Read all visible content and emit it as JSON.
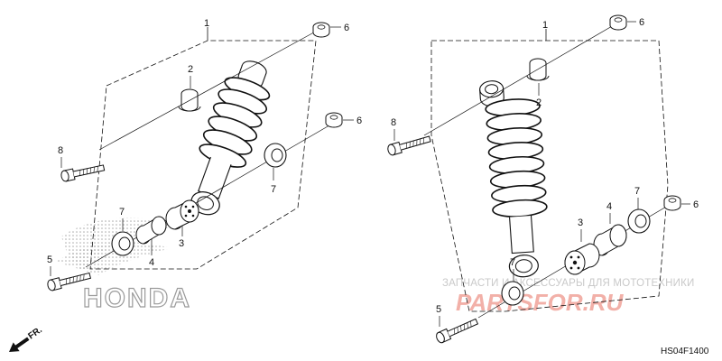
{
  "diagram": {
    "code": "HS04F1400",
    "direction_label": "FR.",
    "brand_logo": "HONDA",
    "watermark": {
      "text": "ЗАПЧАСТИ И АКСЕССУАРЫ ДЛЯ МОТОТЕХНИКИ",
      "logo": "PARTSFOR.RU"
    },
    "left_assembly": {
      "callouts": [
        {
          "id": "1",
          "label": "1"
        },
        {
          "id": "2",
          "label": "2"
        },
        {
          "id": "3",
          "label": "3"
        },
        {
          "id": "4",
          "label": "4"
        },
        {
          "id": "5",
          "label": "5"
        },
        {
          "id": "6a",
          "label": "6"
        },
        {
          "id": "6b",
          "label": "6"
        },
        {
          "id": "7a",
          "label": "7"
        },
        {
          "id": "7b",
          "label": "7"
        },
        {
          "id": "8",
          "label": "8"
        }
      ]
    },
    "right_assembly": {
      "callouts": [
        {
          "id": "1",
          "label": "1"
        },
        {
          "id": "2",
          "label": "2"
        },
        {
          "id": "3",
          "label": "3"
        },
        {
          "id": "4",
          "label": "4"
        },
        {
          "id": "5",
          "label": "5"
        },
        {
          "id": "6a",
          "label": "6"
        },
        {
          "id": "6b",
          "label": "6"
        },
        {
          "id": "7a",
          "label": "7"
        },
        {
          "id": "7b",
          "label": "7"
        },
        {
          "id": "8",
          "label": "8"
        }
      ]
    }
  }
}
